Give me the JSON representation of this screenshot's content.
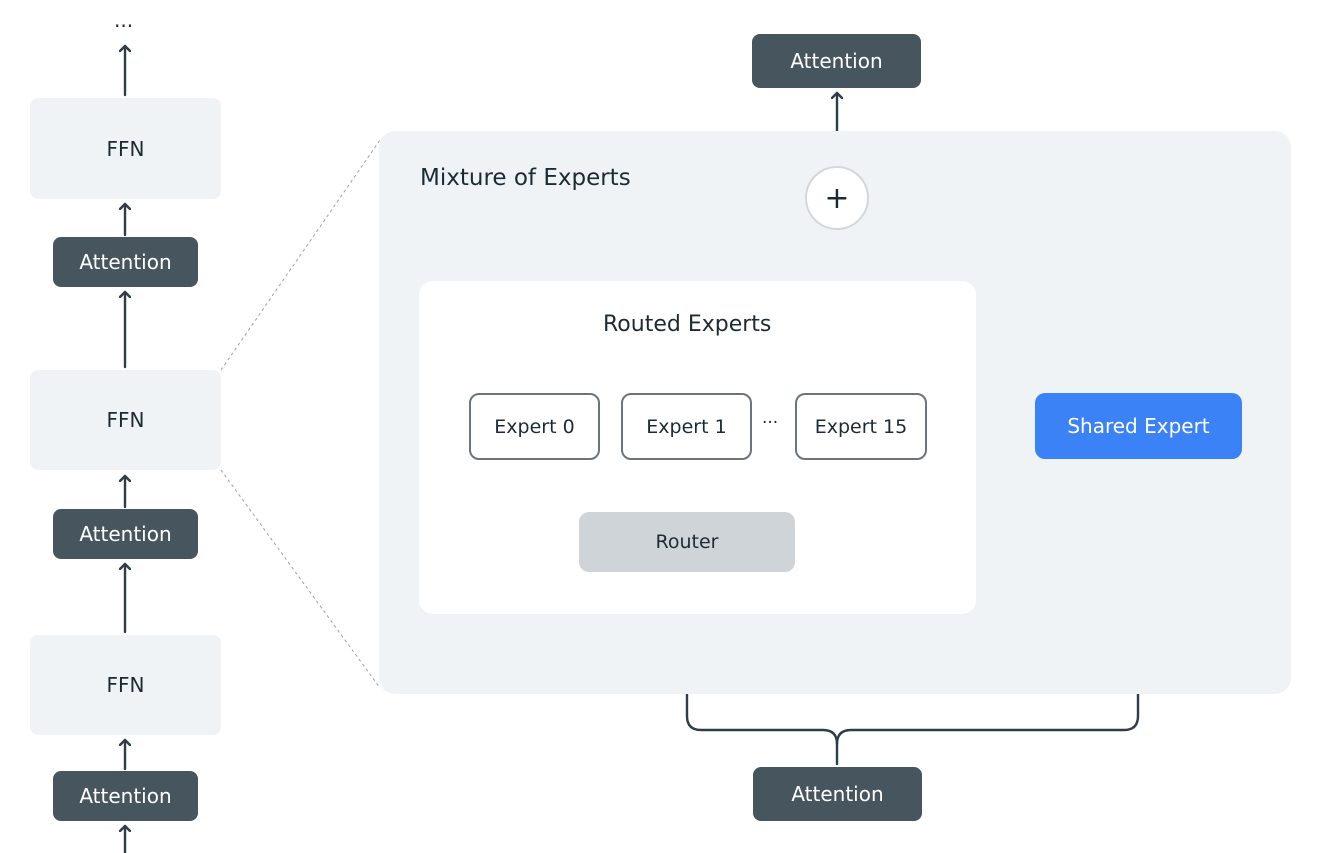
{
  "left_stack": {
    "top_ellipsis": "...",
    "ffn_top": "FFN",
    "attention_1": "Attention",
    "ffn_middle": "FFN",
    "attention_2": "Attention",
    "ffn_bottom": "FFN",
    "attention_3": "Attention"
  },
  "moe": {
    "title": "Mixture of Experts",
    "attention_top": "Attention",
    "plus": "+",
    "routed": {
      "title": "Routed Experts",
      "experts": [
        "Expert 0",
        "Expert 1",
        "Expert 15"
      ],
      "ellipsis": "···",
      "router": "Router"
    },
    "shared_expert": "Shared Expert",
    "attention_bottom": "Attention"
  },
  "colors": {
    "dark_box": "#47555f",
    "panel": "#f0f3f6",
    "router": "#cfd4d8",
    "shared_expert": "#3b82f6",
    "arrow": "#2d3e48"
  }
}
